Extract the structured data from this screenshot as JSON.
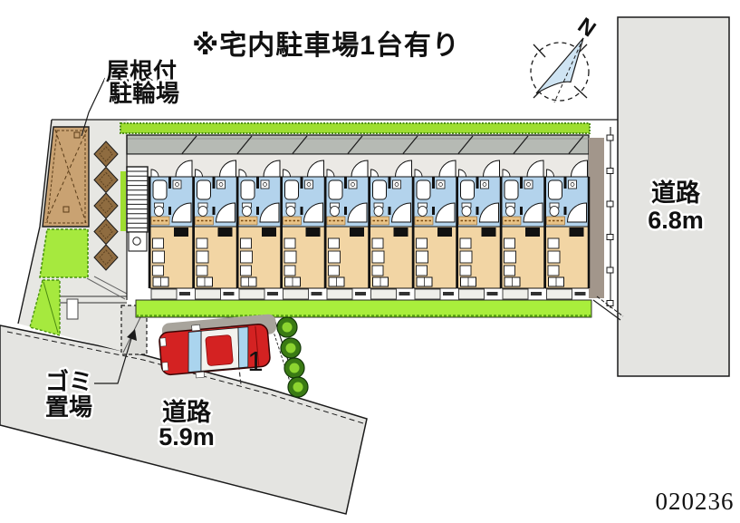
{
  "note_text": "※宅内駐車場1台有り",
  "plan_id": "020236",
  "compass": {
    "north_label": "N"
  },
  "labels": {
    "bicycle_parking": {
      "line1": "屋根付",
      "line2": "駐輪場"
    },
    "trash": {
      "line1": "ゴミ",
      "line2": "置場"
    },
    "road_right": {
      "name": "道路",
      "width": "6.8m"
    },
    "road_bottom": {
      "name": "道路",
      "width": "5.9m"
    },
    "parking_space": "1"
  },
  "building": {
    "unit_count": 10,
    "roof_panel_count": 8,
    "stair_rung_count": 13,
    "fence_post_count": 6
  },
  "landscape": {
    "stepping_stone_count": 5,
    "bush_count": 4
  },
  "colors": {
    "road_fill": "#e4e4e1",
    "line": "#1a1a1a",
    "path": "#e7e7e3",
    "hedge": "#9ede30",
    "hedge_edge": "#4c8f12",
    "lawn": "#a9ee3c",
    "lawn_edge": "#55a011",
    "roof": "#b6bab4",
    "corridor": "#ebe9e5",
    "unit_wet": "#b3d3ec",
    "unit_room": "#f2d5a4",
    "kitchen": "#e9c387",
    "bicycle": "#c9a272",
    "stone": "#8f6c40",
    "shadow": "#a2968b",
    "bush_dark": "#3a7a14",
    "bush_light": "#8cd430",
    "car_red": "#d42222",
    "car_glass": "#aad4ee",
    "needle": "#cfe4f3",
    "trash_fill": "#dcdcd8"
  }
}
